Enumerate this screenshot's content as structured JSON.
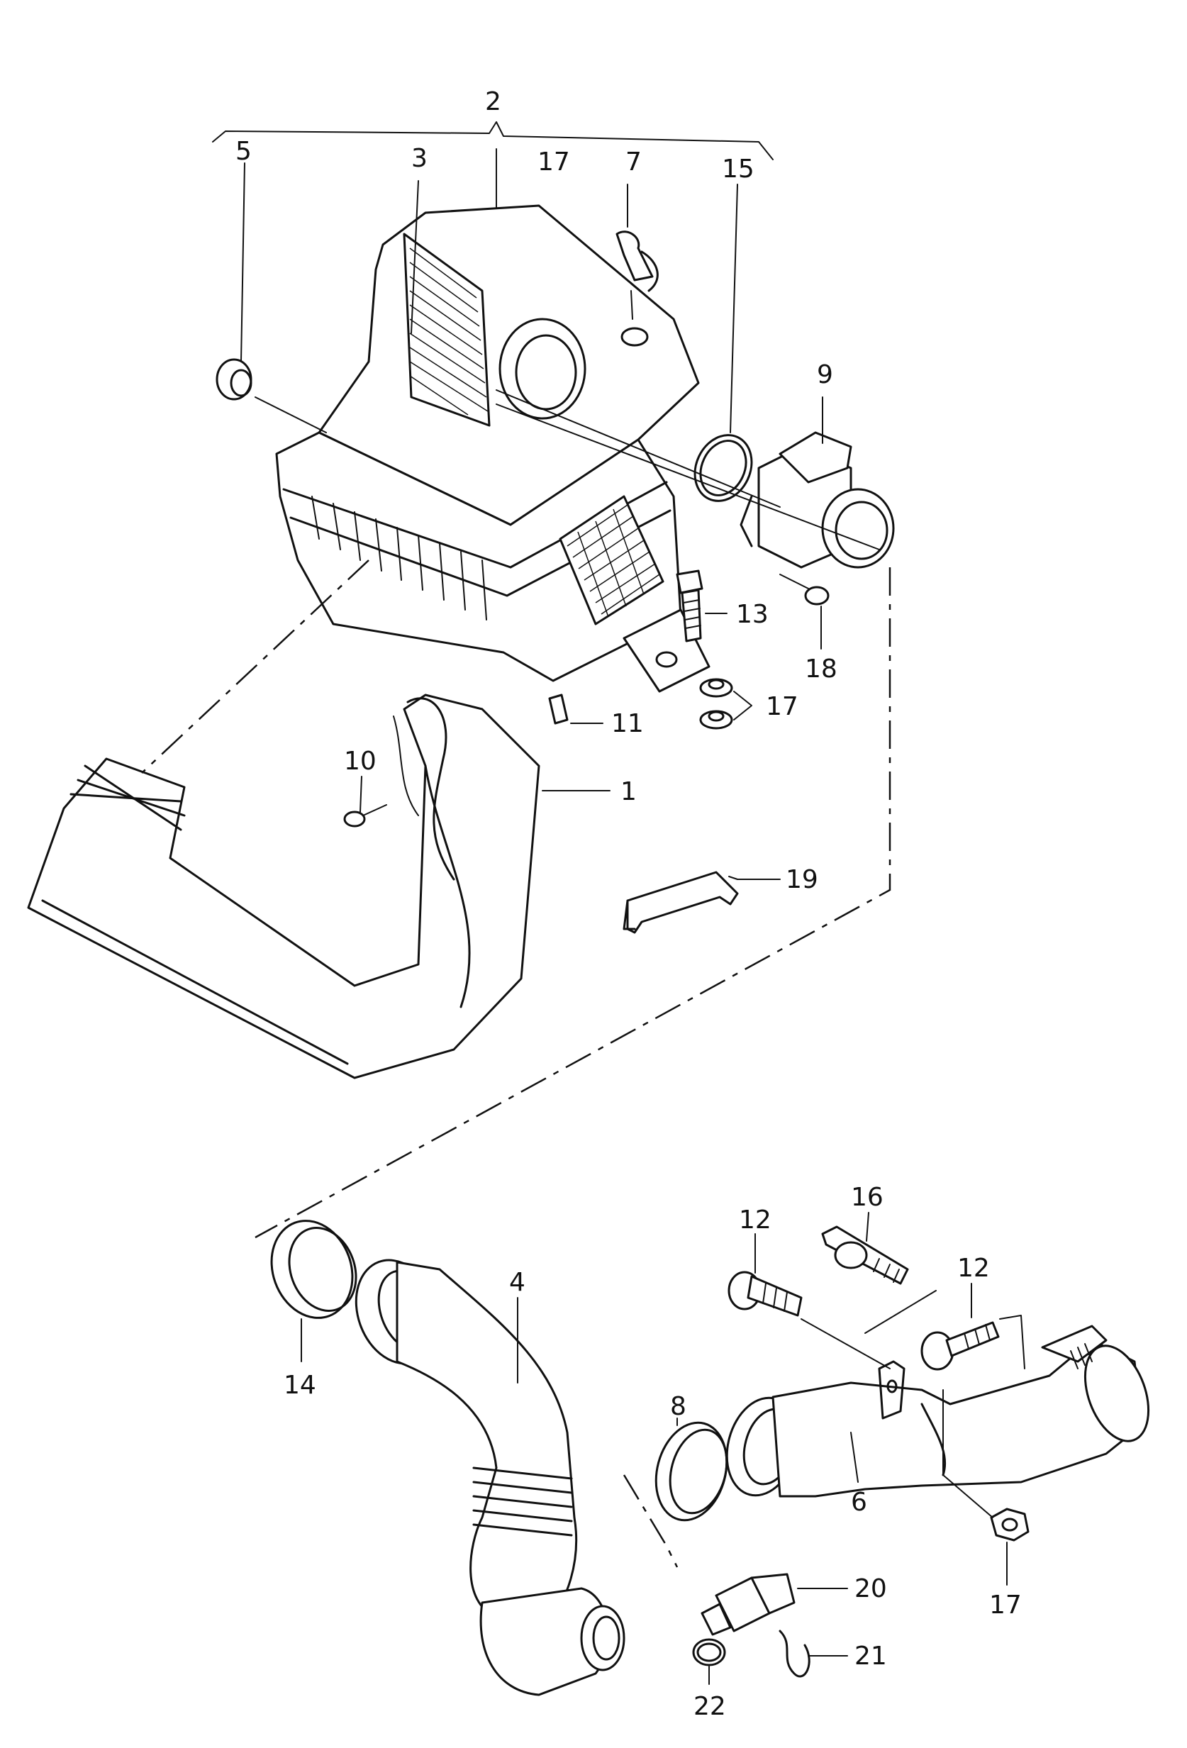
{
  "diagram": {
    "callouts": [
      {
        "id": "c2",
        "label": "2"
      },
      {
        "id": "c5",
        "label": "5"
      },
      {
        "id": "c3",
        "label": "3"
      },
      {
        "id": "c17a",
        "label": "17"
      },
      {
        "id": "c7",
        "label": "7"
      },
      {
        "id": "c15",
        "label": "15"
      },
      {
        "id": "c9",
        "label": "9"
      },
      {
        "id": "c13",
        "label": "13"
      },
      {
        "id": "c18",
        "label": "18"
      },
      {
        "id": "c17b",
        "label": "17"
      },
      {
        "id": "c11",
        "label": "11"
      },
      {
        "id": "c10",
        "label": "10"
      },
      {
        "id": "c1",
        "label": "1"
      },
      {
        "id": "c19",
        "label": "19"
      },
      {
        "id": "c16",
        "label": "16"
      },
      {
        "id": "c12a",
        "label": "12"
      },
      {
        "id": "c12b",
        "label": "12"
      },
      {
        "id": "c4",
        "label": "4"
      },
      {
        "id": "c14",
        "label": "14"
      },
      {
        "id": "c8",
        "label": "8"
      },
      {
        "id": "c6",
        "label": "6"
      },
      {
        "id": "c17c",
        "label": "17"
      },
      {
        "id": "c20",
        "label": "20"
      },
      {
        "id": "c21",
        "label": "21"
      },
      {
        "id": "c22",
        "label": "22"
      }
    ]
  }
}
